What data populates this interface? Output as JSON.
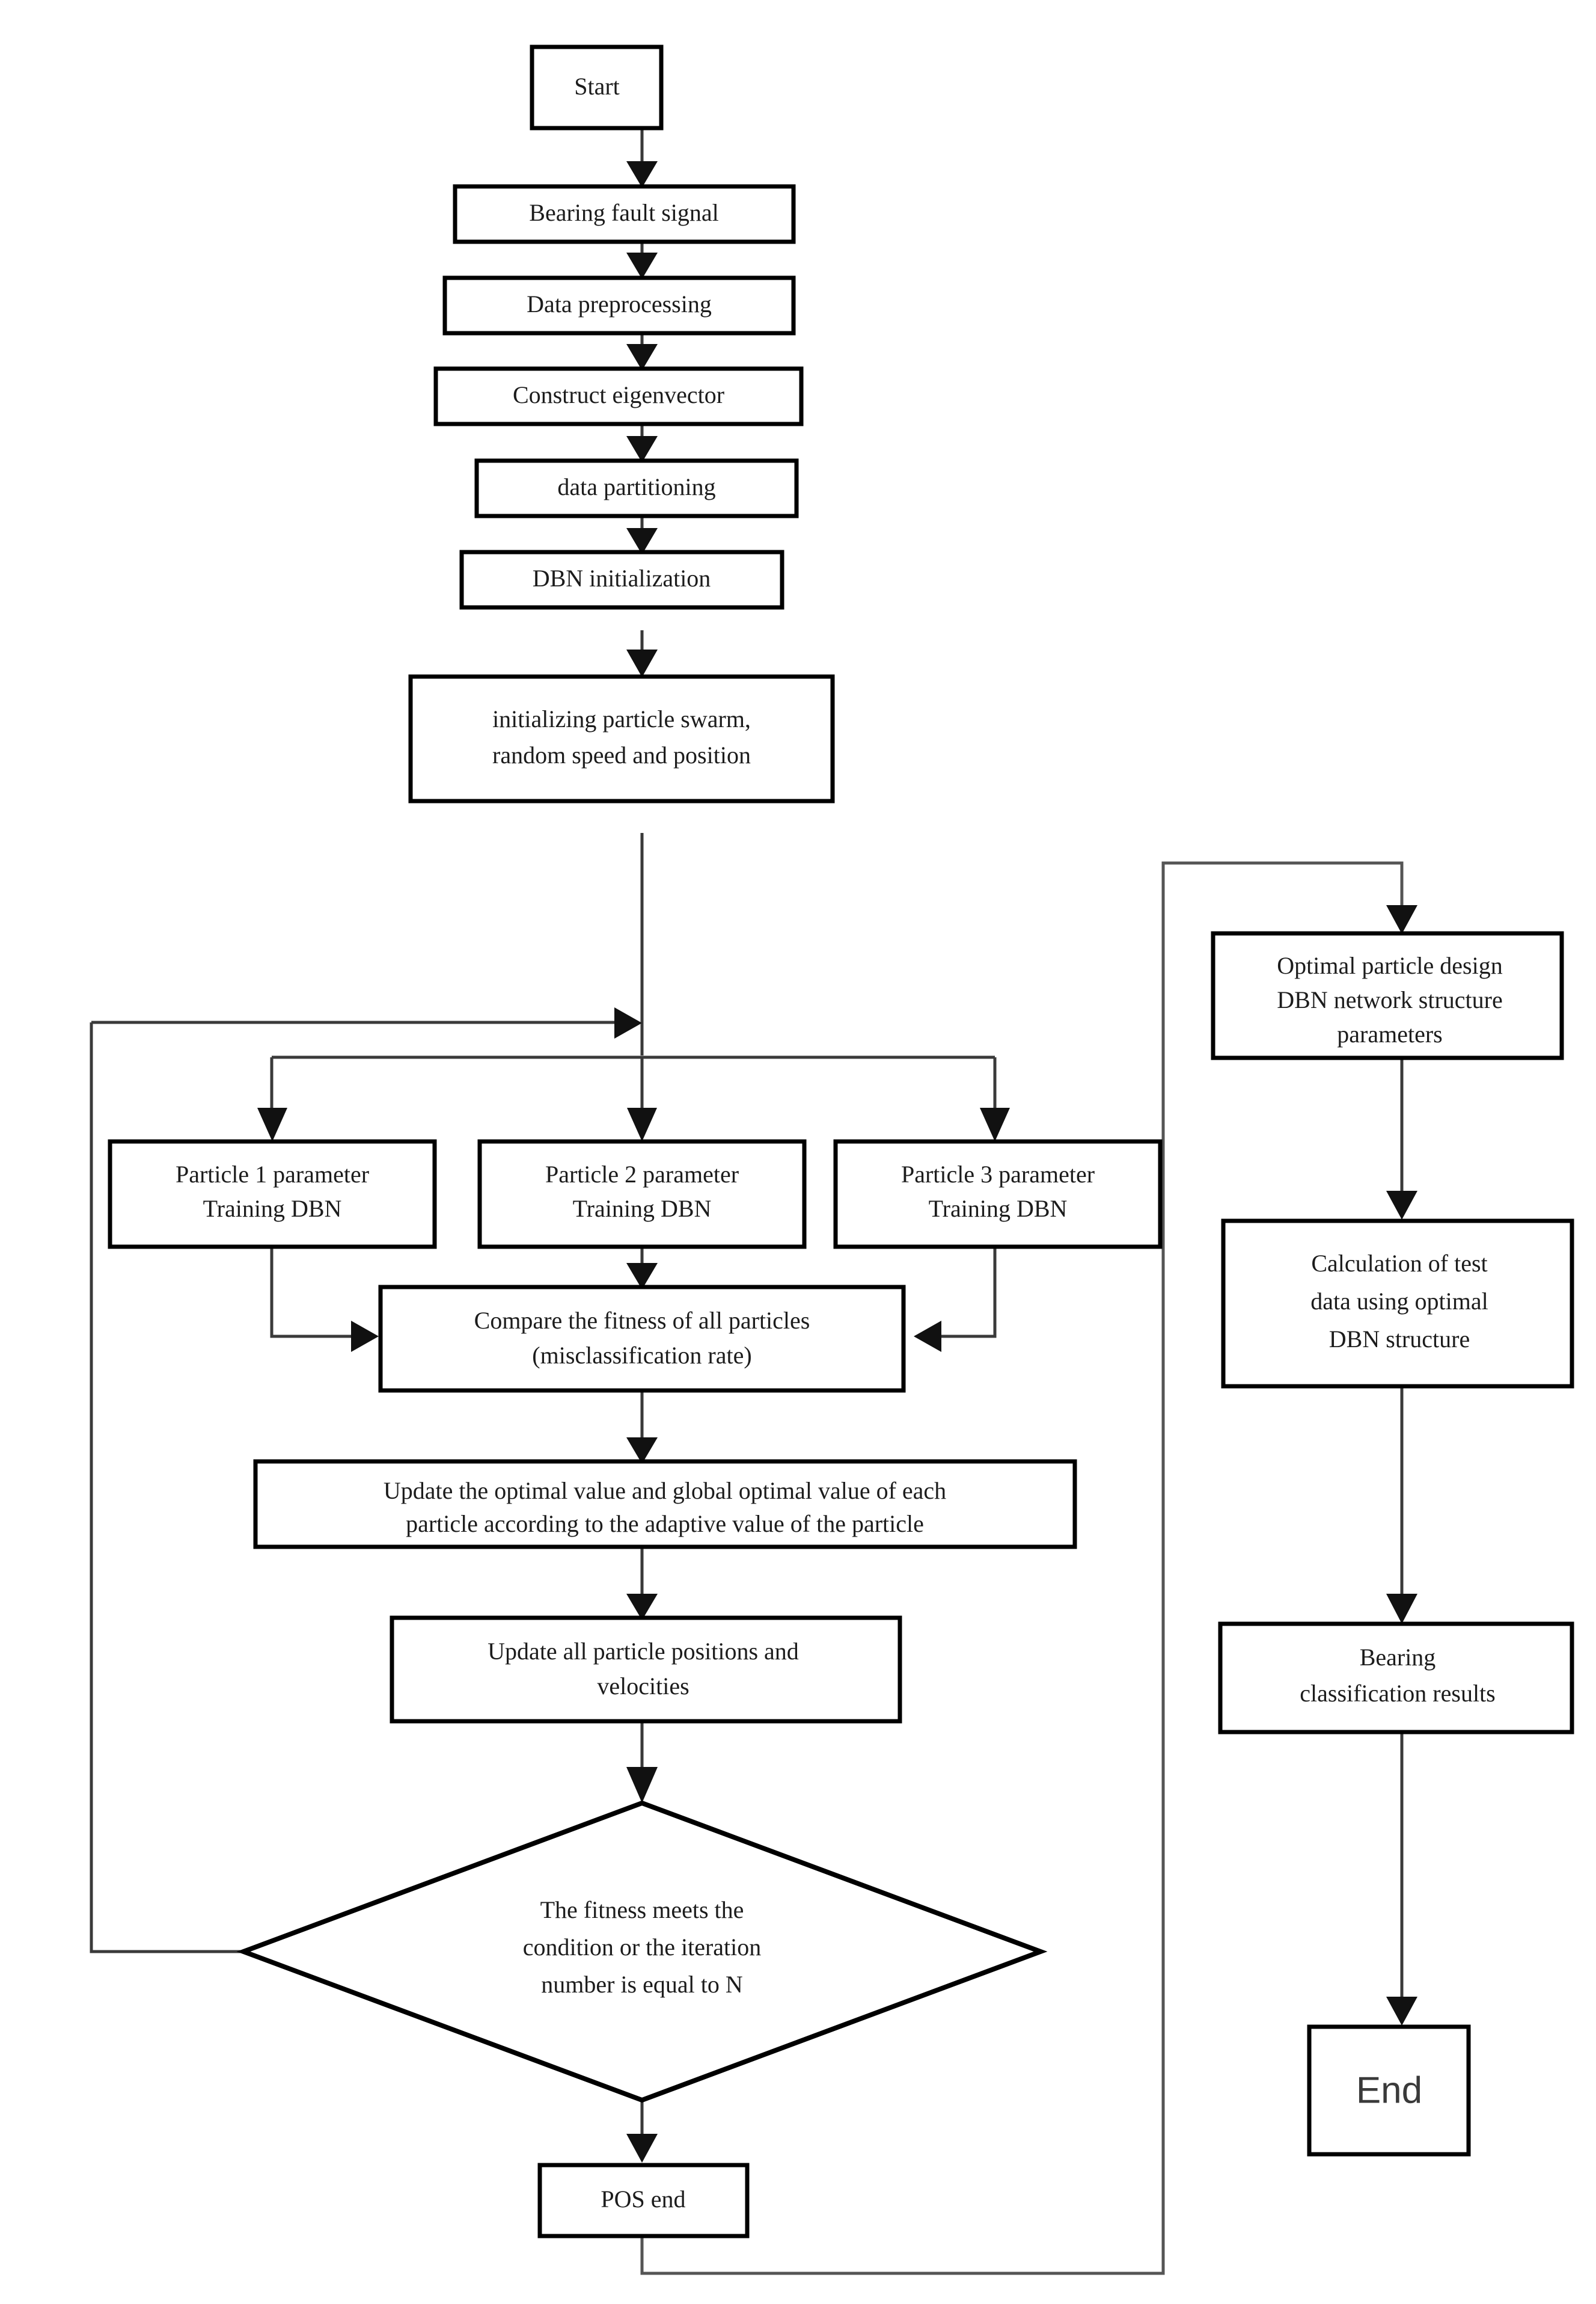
{
  "diagram": {
    "title": "PSO optimized DBN bearing fault diagnosis flowchart",
    "type": "flowchart",
    "background_color": "#ffffff",
    "stroke_color": "#000000",
    "text_color": "#1c1c1c"
  },
  "nodes": {
    "start": {
      "label": "Start",
      "shape": "rectangle"
    },
    "bearing_fault_signal": {
      "label": "Bearing fault signal",
      "shape": "rectangle"
    },
    "data_preprocessing": {
      "label": "Data preprocessing",
      "shape": "rectangle"
    },
    "construct_eigenvector": {
      "label": "Construct eigenvector",
      "shape": "rectangle"
    },
    "data_partitioning": {
      "label": "data partitioning",
      "shape": "rectangle"
    },
    "dbn_initialization": {
      "label": "DBN initialization",
      "shape": "rectangle"
    },
    "init_particle_swarm": {
      "line1": "initializing particle swarm,",
      "line2": "random speed and position",
      "shape": "rectangle"
    },
    "particle_1": {
      "line1": "Particle 1 parameter",
      "line2": "Training DBN",
      "shape": "rectangle"
    },
    "particle_2": {
      "line1": "Particle 2 parameter",
      "line2": "Training DBN",
      "shape": "rectangle"
    },
    "particle_3": {
      "line1": "Particle 3 parameter",
      "line2": "Training DBN",
      "shape": "rectangle"
    },
    "compare_fitness": {
      "line1": "Compare the fitness of all particles",
      "line2": "(misclassification rate)",
      "shape": "rectangle"
    },
    "update_optimal_value": {
      "line1": "Update the optimal value and global optimal value of each",
      "line2": "particle according to the adaptive value of the particle",
      "shape": "rectangle"
    },
    "update_positions": {
      "line1": "Update all particle positions and",
      "line2": "velocities",
      "shape": "rectangle"
    },
    "fitness_decision": {
      "line1": "The fitness meets the",
      "line2": "condition or the iteration",
      "line3": "number is equal to N",
      "shape": "diamond"
    },
    "pos_end": {
      "label": "POS end",
      "shape": "rectangle"
    },
    "optimal_particle_design": {
      "line1": "Optimal particle design",
      "line2": "DBN network structure",
      "line3": "parameters",
      "shape": "rectangle"
    },
    "calculation_test_data": {
      "line1": "Calculation of test",
      "line2": "data using optimal",
      "line3": "DBN structure",
      "shape": "rectangle"
    },
    "bearing_classification_results": {
      "line1": "Bearing",
      "line2": "classification results",
      "shape": "rectangle"
    },
    "end": {
      "label": "End",
      "shape": "rectangle"
    }
  },
  "edges": [
    {
      "from": "start",
      "to": "bearing_fault_signal",
      "kind": "arrow-down"
    },
    {
      "from": "bearing_fault_signal",
      "to": "data_preprocessing",
      "kind": "arrow-down"
    },
    {
      "from": "data_preprocessing",
      "to": "construct_eigenvector",
      "kind": "arrow-down"
    },
    {
      "from": "construct_eigenvector",
      "to": "data_partitioning",
      "kind": "arrow-down"
    },
    {
      "from": "data_partitioning",
      "to": "dbn_initialization",
      "kind": "arrow-down"
    },
    {
      "from": "dbn_initialization",
      "to": "init_particle_swarm",
      "kind": "arrow-down"
    },
    {
      "from": "init_particle_swarm",
      "to": "particle_fanout",
      "kind": "arrow-down"
    },
    {
      "from": "particle_fanout",
      "to": "particle_1",
      "kind": "arrow-down"
    },
    {
      "from": "particle_fanout",
      "to": "particle_2",
      "kind": "arrow-down"
    },
    {
      "from": "particle_fanout",
      "to": "particle_3",
      "kind": "arrow-down"
    },
    {
      "from": "particle_1",
      "to": "compare_fitness",
      "kind": "elbow-right"
    },
    {
      "from": "particle_2",
      "to": "compare_fitness",
      "kind": "arrow-down"
    },
    {
      "from": "particle_3",
      "to": "compare_fitness",
      "kind": "elbow-left"
    },
    {
      "from": "compare_fitness",
      "to": "update_optimal_value",
      "kind": "arrow-down"
    },
    {
      "from": "update_optimal_value",
      "to": "update_positions",
      "kind": "arrow-down"
    },
    {
      "from": "update_positions",
      "to": "fitness_decision",
      "kind": "arrow-down"
    },
    {
      "from": "fitness_decision",
      "to": "pos_end",
      "kind": "arrow-down"
    },
    {
      "from": "fitness_decision",
      "to": "particle_fanout",
      "kind": "loop-back-left"
    },
    {
      "from": "pos_end",
      "to": "optimal_particle_design",
      "kind": "route-right-up"
    },
    {
      "from": "optimal_particle_design",
      "to": "calculation_test_data",
      "kind": "arrow-down"
    },
    {
      "from": "calculation_test_data",
      "to": "bearing_classification_results",
      "kind": "arrow-down"
    },
    {
      "from": "bearing_classification_results",
      "to": "end",
      "kind": "arrow-down"
    }
  ]
}
